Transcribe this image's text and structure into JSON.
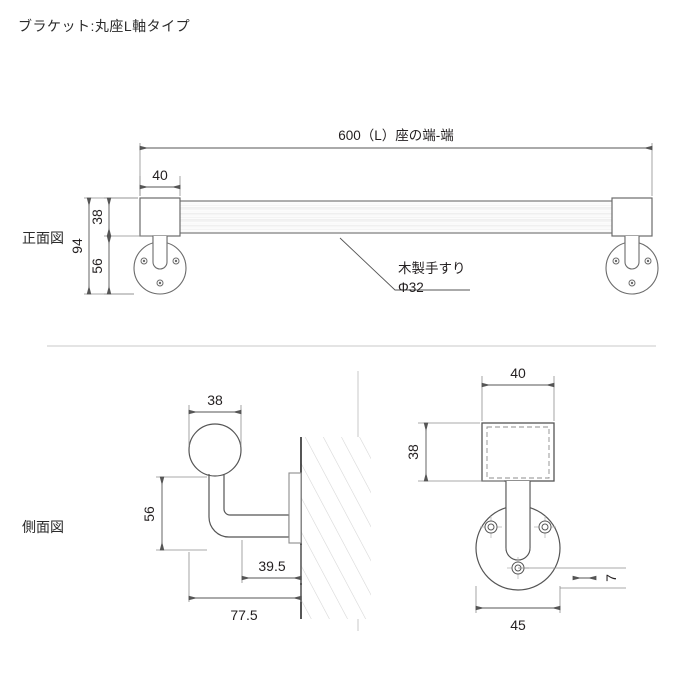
{
  "title": "ブラケット:丸座L軸タイプ",
  "views": {
    "front": {
      "label": "正面図"
    },
    "side": {
      "label": "側面図"
    }
  },
  "front_view": {
    "dimensions": {
      "overall_length": "600（L）座の端-端",
      "bracket_width": "40",
      "top_height": "38",
      "total_height": "94",
      "lower_height": "56"
    },
    "callout": {
      "line1": "木製手すり",
      "line2": "Φ32"
    }
  },
  "side_view": {
    "dimensions": {
      "rail_diameter": "38",
      "drop_height": "56",
      "wall_offset": "39.5",
      "total_projection": "77.5"
    }
  },
  "detail_view": {
    "dimensions": {
      "block_width": "40",
      "block_height": "38",
      "plate_thickness": "7",
      "plate_diameter": "45"
    }
  },
  "colors": {
    "line": "#555555",
    "thin_line": "#8d8d8d",
    "text": "#231f20",
    "hatch": "#bfbfbf",
    "divider": "#c9c9c9",
    "grain": "#e2e2e2",
    "background": "#ffffff"
  }
}
